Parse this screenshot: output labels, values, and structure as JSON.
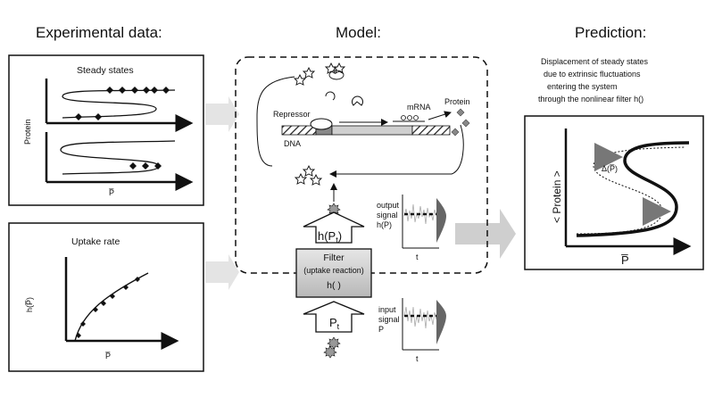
{
  "headings": {
    "experimental": "Experimental data:",
    "model": "Model:",
    "prediction": "Prediction:"
  },
  "steady_states_panel": {
    "title": "Steady states",
    "ylabel": "Protein",
    "xlabel": "P̅"
  },
  "uptake_panel": {
    "title": "Uptake rate",
    "ylabel": "h(P̅)",
    "xlabel": "P̅"
  },
  "model": {
    "repressor_label": "Repressor",
    "mrna_label": "mRNA",
    "protein_label": "Protein",
    "dna_label": "DNA",
    "filter_title": "Filter",
    "filter_subtitle": "(uptake reaction)",
    "filter_function": "h( )",
    "output_arrow_label": "h(P",
    "output_arrow_sub": "t",
    "output_arrow_close": ")",
    "input_arrow_label": "P",
    "input_arrow_sub": "t",
    "output_signal_label": [
      "output",
      "signal",
      "h(P)"
    ],
    "input_signal_label": [
      "input",
      "signal",
      "P"
    ],
    "time_label": "t"
  },
  "prediction": {
    "description": [
      "Displacement of steady states",
      "due to extrinsic fluctuations",
      "entering the system",
      "through the nonlinear filter h()"
    ],
    "ylabel": "< Protein >",
    "xlabel": "P̅",
    "shift_label": "Δ(P̅)"
  }
}
